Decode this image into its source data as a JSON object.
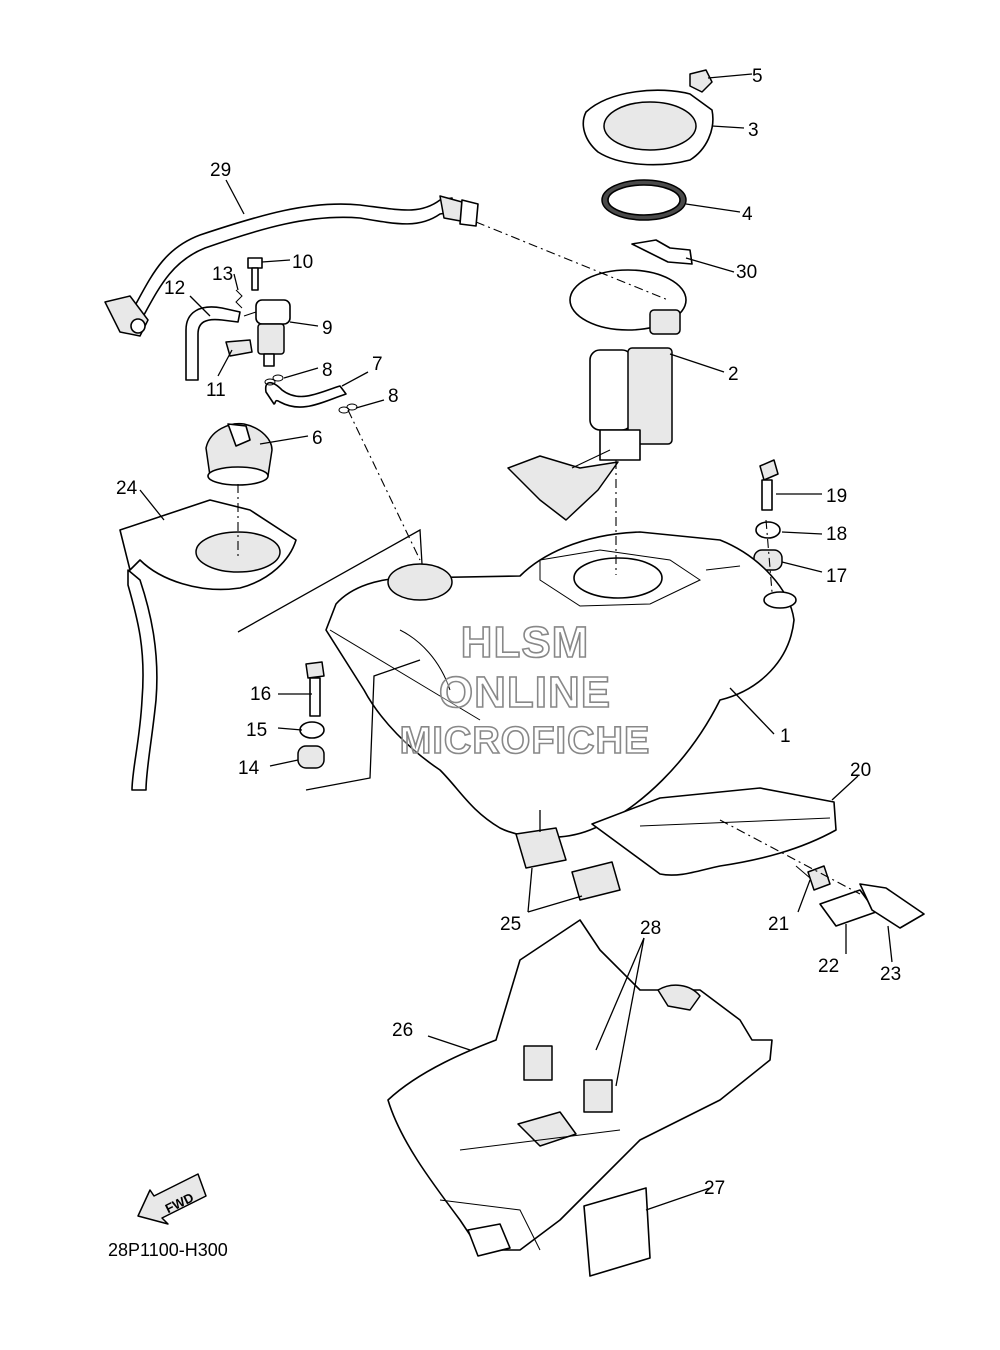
{
  "diagram_code": "28P1100-H300",
  "fwd_label": "FWD",
  "watermark": [
    "HLSM",
    "ONLINE",
    "MICROFICHE"
  ],
  "parts": [
    {
      "num": "1"
    },
    {
      "num": "2"
    },
    {
      "num": "3"
    },
    {
      "num": "4"
    },
    {
      "num": "5"
    },
    {
      "num": "6"
    },
    {
      "num": "7"
    },
    {
      "num": "8"
    },
    {
      "num": "8"
    },
    {
      "num": "9"
    },
    {
      "num": "10"
    },
    {
      "num": "11"
    },
    {
      "num": "12"
    },
    {
      "num": "13"
    },
    {
      "num": "14"
    },
    {
      "num": "15"
    },
    {
      "num": "16"
    },
    {
      "num": "17"
    },
    {
      "num": "18"
    },
    {
      "num": "19"
    },
    {
      "num": "20"
    },
    {
      "num": "21"
    },
    {
      "num": "22"
    },
    {
      "num": "23"
    },
    {
      "num": "24"
    },
    {
      "num": "25"
    },
    {
      "num": "26"
    },
    {
      "num": "27"
    },
    {
      "num": "28"
    },
    {
      "num": "29"
    },
    {
      "num": "30"
    }
  ]
}
